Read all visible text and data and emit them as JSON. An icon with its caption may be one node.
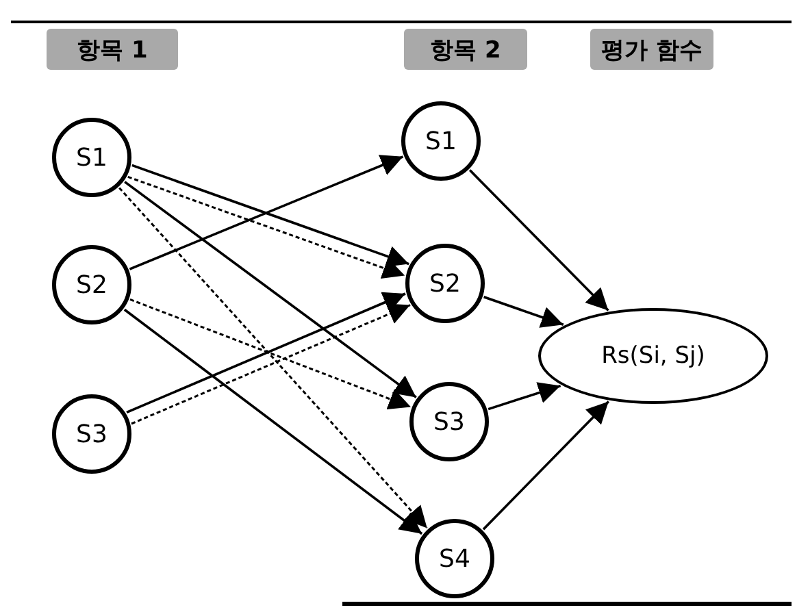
{
  "diagram": {
    "nodes": [
      {
        "text": [
          "항목 1"
        ]
      },
      {
        "text": [
          "항목 2"
        ]
      },
      {
        "text": [
          "평가 함수"
        ]
      },
      {
        "text": [
          "S1"
        ]
      },
      {
        "text": [
          "S2"
        ]
      },
      {
        "text": [
          "S3"
        ]
      },
      {
        "text": [
          "S1"
        ]
      },
      {
        "text": [
          "S2"
        ]
      },
      {
        "text": [
          "S3"
        ]
      },
      {
        "text": [
          "S4"
        ]
      },
      {
        "text": [
          "Rs(Si, Sj)"
        ]
      }
    ],
    "edges": [
      {
        "from": 3,
        "to": 7,
        "arrow": "to"
      },
      {
        "from": 3,
        "to": 7,
        "arrow": "to",
        "style": "dashed"
      },
      {
        "from": 3,
        "to": 8,
        "arrow": "to"
      },
      {
        "from": 3,
        "to": 9,
        "arrow": "to",
        "style": "dashed"
      },
      {
        "from": 4,
        "to": 6,
        "arrow": "to"
      },
      {
        "from": 4,
        "to": 8,
        "arrow": "to",
        "style": "dashed"
      },
      {
        "from": 4,
        "to": 9,
        "arrow": "to"
      },
      {
        "from": 5,
        "to": 7,
        "arrow": "to"
      },
      {
        "from": 5,
        "to": 7,
        "arrow": "to",
        "style": "dashed"
      },
      {
        "from": 6,
        "to": 10,
        "arrow": "to"
      },
      {
        "from": 7,
        "to": 10,
        "arrow": "to"
      },
      {
        "from": 8,
        "to": 10,
        "arrow": "to"
      },
      {
        "from": 9,
        "to": 10,
        "arrow": "to"
      }
    ]
  }
}
